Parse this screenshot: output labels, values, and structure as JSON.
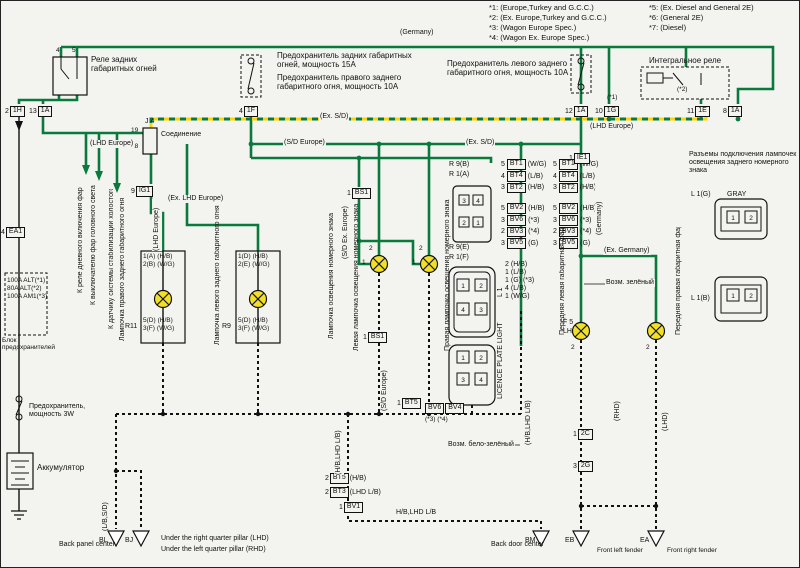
{
  "colors": {
    "wire_green": "#0a7a3c",
    "stripe_yellow": "#ffd500",
    "bulb_yellow": "#f2e028",
    "wire_black": "#111111",
    "background": "#f3f3ef"
  },
  "notes_col1": [
    "*1: (Europe,Turkey and G.C.C.)",
    "*2: (Ex.  Europe,Turkey and G.C.C.)",
    "*3: (Wagon Europe Spec.)",
    "*4: (Wagon  Ex.  Europe Spec.)"
  ],
  "notes_col2": [
    "*5: (Ex.  Diesel and General 2E)",
    "*6: (General 2E)",
    "*7: (Diesel)"
  ],
  "shared": {
    "lhd_europe": "(LHD Europe)",
    "ex_sd": "(Ex.  S/D)",
    "sd_europe": "(S/D Europe)",
    "germany": "(Germany)",
    "hb_lhd_lb": "(H/B,LHD L/B)"
  },
  "top": {
    "relay_label": "Реле задних габаритных огней",
    "relay_pin4": "4",
    "relay_pin5": "5",
    "fuse15": "Предохранитель  задних габаритных огней, мощность 15A",
    "fuse10_right": "Предохранитель  правого заднего габаритного огня, мощность 10A",
    "fuse10_left": "Предохранитель левого заднего габаритного огня, мощность 10A",
    "integral_relay": "Интегральное реле",
    "star1": "(*1)",
    "star2": "(*2)"
  },
  "pins": {
    "c1h": {
      "num": "2",
      "code": "1H"
    },
    "c13": {
      "num": "13",
      "code": "1A"
    },
    "c1f": {
      "num": "4",
      "code": "1F"
    },
    "c12": {
      "num": "12",
      "code": "1A"
    },
    "c1g": {
      "num": "10",
      "code": "1G"
    },
    "c1e": {
      "num": "11",
      "code": "1E"
    },
    "c8": {
      "num": "8",
      "code": "1A"
    },
    "ea1": {
      "num": "4",
      "code": "EA1"
    },
    "ig1": {
      "num": "9",
      "code": "IG1"
    },
    "ie1": {
      "num": "1",
      "code": "IE1"
    },
    "bs1_top": {
      "num": "1",
      "code": "BS1"
    },
    "bs1_bot": {
      "num": "1",
      "code": "BS1"
    },
    "bt5_top": {
      "num": "1",
      "code": "BT5"
    },
    "bt5": {
      "num": "2",
      "code": "BT5",
      "col": "(H/B)"
    },
    "bt3": {
      "num": "2",
      "code": "BT3",
      "col": "(LHD  L/B)"
    },
    "bv1": {
      "num": "1",
      "code": "BV1"
    },
    "c2c": {
      "num": "1",
      "code": "2C"
    },
    "c2g": {
      "num": "3",
      "code": "2G"
    },
    "bv6": "BV6",
    "bv4": "BV4",
    "bv64_note": "(*3) (*4)"
  },
  "left": {
    "fusebox_lines": [
      "100A ALT(*1)",
      "80A  ALT(*2)",
      "100A AM1(*3)"
    ],
    "fusebox_label": "Блок предохранителей",
    "fuse3w": "Предохранитель, мощность 3W",
    "battery": "Аккумулятор",
    "lbsd": "(L/B,S/D)",
    "to_drl": "К реле дневного включения фар",
    "to_headlamp": "К выключателю фар головного света",
    "to_idle": "К датчику системы стабилизации холостого хода двигателя",
    "j4": "J 4",
    "j4_label": "Соединение",
    "j4_p19": "19",
    "j4_p18": "18"
  },
  "rear": {
    "right_label": "Лампочка правого заднего габаритного огня",
    "left_label": "Лампочка левого заднего габаритного огня",
    "ex_lhd": "(Ex.  LHD Europe)",
    "r11": "R11",
    "r9": "R9",
    "b1_top": [
      {
        "t": "1(A)",
        "c": "(H/B)"
      },
      {
        "t": "2(B)",
        "c": "(W/G)"
      }
    ],
    "b1_bot": [
      {
        "t": "5(D)",
        "c": "(H/B)"
      },
      {
        "t": "3(F)",
        "c": "(W/G)"
      }
    ],
    "b2_top": [
      {
        "t": "1(D)",
        "c": "(H/B)"
      },
      {
        "t": "2(E)",
        "c": "(W/G)"
      }
    ],
    "b2_bot": [
      {
        "t": "5(D)",
        "c": "(H/B)"
      },
      {
        "t": "3(F)",
        "c": "(W/G)"
      }
    ]
  },
  "lp": {
    "center_label": "Лампочка освещения номерного знака",
    "left_label": "Левая лампочка освещения номерного знака",
    "right_label": "Правая лампочка освещения номерного знака",
    "sd_ex_europe": "(S/D Ex.  Europe)",
    "pin1": "1",
    "pin2": "2"
  },
  "conn": {
    "r9b": "R 9(B)",
    "r1a": "R 1(A)",
    "r9e": "R 9(E)",
    "r1f": "R 1(F)",
    "l1": "L 1",
    "lpl": "LICENCE PLATE LIGHT",
    "view1_pins": [
      "3",
      "4",
      "2",
      "1"
    ],
    "view2_pins": [
      "1",
      "2",
      "4",
      "3"
    ],
    "view3_pins": [
      "1",
      "2",
      "3",
      "4"
    ],
    "right1_pins": [
      "1",
      "2"
    ],
    "right2_pins": [
      "1",
      "2"
    ]
  },
  "stacks": {
    "bt": [
      {
        "num": "5",
        "code": "BT1",
        "col": "(W/G)"
      },
      {
        "num": "4",
        "code": "BT4",
        "col": "(L/B)"
      },
      {
        "num": "3",
        "code": "BT2",
        "col": "(H/B)"
      }
    ],
    "bv": [
      {
        "num": "5",
        "code": "BV2",
        "col": "(H/B)"
      },
      {
        "num": "3",
        "code": "BV6",
        "col": "(*3)"
      },
      {
        "num": "2",
        "code": "BV3",
        "col": "(*4)"
      },
      {
        "num": "3",
        "code": "BV5",
        "col": "(G)"
      }
    ],
    "lpl_pins": [
      {
        "num": "2",
        "col": "(H/B)"
      },
      {
        "num": "1",
        "col": "(L/B)"
      },
      {
        "num": "1",
        "col": "(G) (*3)"
      },
      {
        "num": "4",
        "col": "(L/B)"
      },
      {
        "num": "1",
        "col": "(W/G)"
      }
    ]
  },
  "mid": {
    "maybe_white_green": "Возм. бело-зелёный",
    "hb_lhd_lb_h": "H/B,LHD L/B"
  },
  "front": {
    "ex_germany": "(Ex.  Germany)",
    "maybe_green": "Возм. зелёный",
    "left_label": "Передняя левая габаритная фара",
    "right_label": "Передняя правая габаритная фара",
    "f5": "F 5",
    "lh": "LH",
    "pin2": "2",
    "rhd": "(RHD)",
    "lhd": "(LHD)"
  },
  "right_panel": {
    "title": "Разъемы подключения лампочек освещения заднего номерного знака",
    "l1g": "L 1(G)",
    "gray": "GRAY",
    "l1b": "L 1(B)"
  },
  "bottom": {
    "back_panel": "Back panel center",
    "under_right": "Under the right quarter pillar (LHD)",
    "under_left": "Under the left quarter pillar (RHD)",
    "back_door": "Back door center",
    "front_left": "Front left fender",
    "front_right": "Front right fender",
    "bl": "BL",
    "bj": "BJ",
    "bm": "BM",
    "eb": "EB",
    "ea": "EA"
  }
}
